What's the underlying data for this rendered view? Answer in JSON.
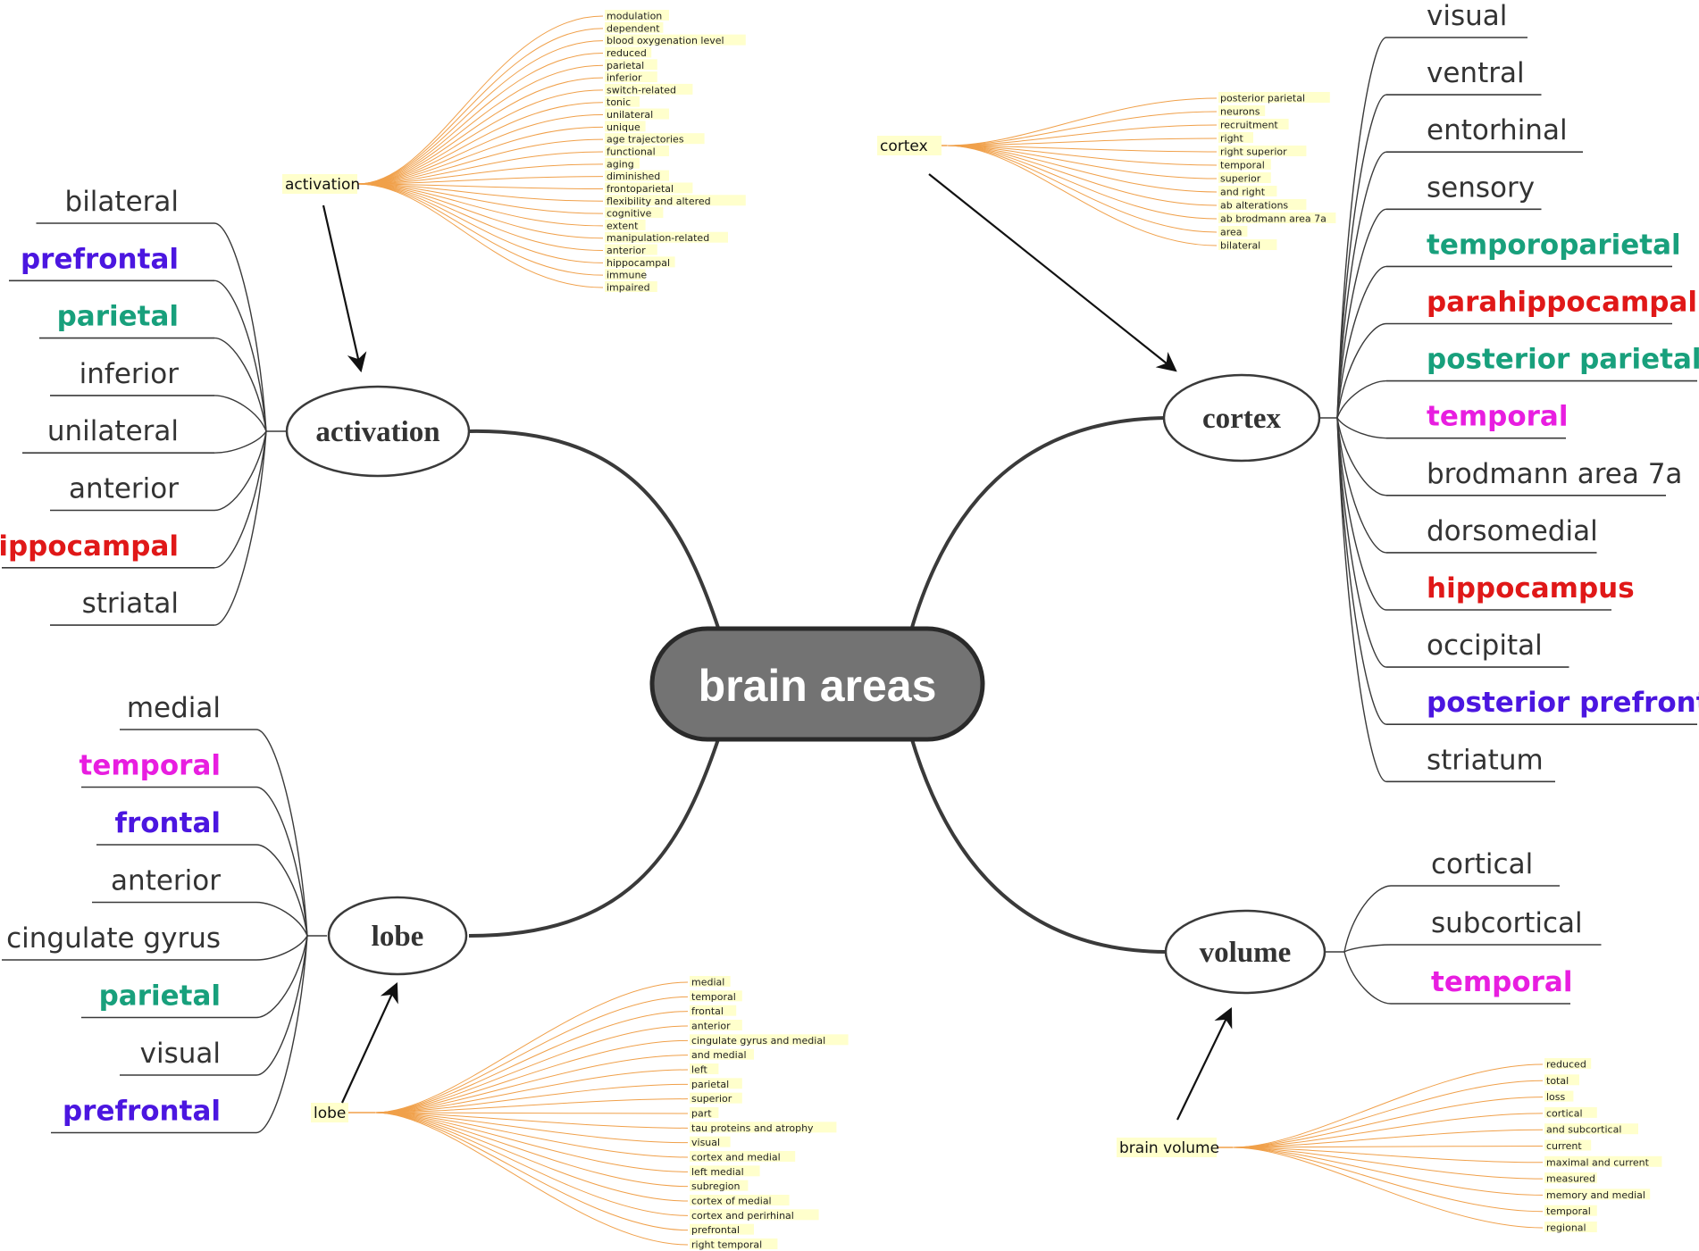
{
  "center": {
    "label": "brain areas"
  },
  "colors": {
    "center_fill": "#737373",
    "line": "#3a3a3a",
    "fan": "#f0a04a",
    "tag_bg": "#ffffcc",
    "default_text": "#333333"
  },
  "branches": [
    {
      "id": "activation",
      "label": "activation",
      "items": [
        {
          "text": "bilateral",
          "color": "#333333",
          "bold": false
        },
        {
          "text": "prefrontal",
          "color": "#4b16e0",
          "bold": true
        },
        {
          "text": "parietal",
          "color": "#18a07c",
          "bold": true
        },
        {
          "text": "inferior",
          "color": "#333333",
          "bold": false
        },
        {
          "text": "unilateral",
          "color": "#333333",
          "bold": false
        },
        {
          "text": "anterior",
          "color": "#333333",
          "bold": false
        },
        {
          "text": "hippocampal",
          "color": "#e01818",
          "bold": true
        },
        {
          "text": "striatal",
          "color": "#333333",
          "bold": false
        }
      ]
    },
    {
      "id": "cortex",
      "label": "cortex",
      "items": [
        {
          "text": "visual",
          "color": "#333333",
          "bold": false
        },
        {
          "text": "ventral",
          "color": "#333333",
          "bold": false
        },
        {
          "text": "entorhinal",
          "color": "#333333",
          "bold": false
        },
        {
          "text": "sensory",
          "color": "#333333",
          "bold": false
        },
        {
          "text": "temporoparietal",
          "color": "#18a07c",
          "bold": true
        },
        {
          "text": "parahippocampal",
          "color": "#e01818",
          "bold": true
        },
        {
          "text": "posterior parietal",
          "color": "#18a07c",
          "bold": true
        },
        {
          "text": "temporal",
          "color": "#e81ee0",
          "bold": true
        },
        {
          "text": "brodmann area 7a",
          "color": "#333333",
          "bold": false
        },
        {
          "text": "dorsomedial",
          "color": "#333333",
          "bold": false
        },
        {
          "text": "hippocampus",
          "color": "#e01818",
          "bold": true
        },
        {
          "text": "occipital",
          "color": "#333333",
          "bold": false
        },
        {
          "text": "posterior prefrontal",
          "color": "#4b16e0",
          "bold": true
        },
        {
          "text": "striatum",
          "color": "#333333",
          "bold": false
        }
      ]
    },
    {
      "id": "lobe",
      "label": "lobe",
      "items": [
        {
          "text": "medial",
          "color": "#333333",
          "bold": false
        },
        {
          "text": "temporal",
          "color": "#e81ee0",
          "bold": true
        },
        {
          "text": "frontal",
          "color": "#4b16e0",
          "bold": true
        },
        {
          "text": "anterior",
          "color": "#333333",
          "bold": false
        },
        {
          "text": "cingulate gyrus",
          "color": "#333333",
          "bold": false
        },
        {
          "text": "parietal",
          "color": "#18a07c",
          "bold": true
        },
        {
          "text": "visual",
          "color": "#333333",
          "bold": false
        },
        {
          "text": "prefrontal",
          "color": "#4b16e0",
          "bold": true
        }
      ]
    },
    {
      "id": "volume",
      "label": "volume",
      "items": [
        {
          "text": "cortical",
          "color": "#333333",
          "bold": false
        },
        {
          "text": "subcortical",
          "color": "#333333",
          "bold": false
        },
        {
          "text": "temporal",
          "color": "#e81ee0",
          "bold": true
        }
      ]
    }
  ],
  "fans": [
    {
      "id": "activation",
      "root": "activation",
      "terms": [
        "modulation",
        "dependent",
        "blood oxygenation level",
        "reduced",
        "parietal",
        "inferior",
        "switch-related",
        "tonic",
        "unilateral",
        "unique",
        "age trajectories",
        "functional",
        "aging",
        "diminished",
        "frontoparietal",
        "flexibility and altered",
        "cognitive",
        "extent",
        "manipulation-related",
        "anterior",
        "hippocampal",
        "immune",
        "impaired"
      ]
    },
    {
      "id": "cortex",
      "root": "cortex",
      "terms": [
        "posterior parietal",
        "neurons",
        "recruitment",
        "right",
        "right superior",
        "temporal",
        "superior",
        "and right",
        "ab alterations",
        "ab brodmann area 7a",
        "area",
        "bilateral"
      ]
    },
    {
      "id": "lobe",
      "root": "lobe",
      "terms": [
        "medial",
        "temporal",
        "frontal",
        "anterior",
        "cingulate gyrus and medial",
        "and medial",
        "left",
        "parietal",
        "superior",
        "part",
        "tau proteins and atrophy",
        "visual",
        "cortex and medial",
        "left medial",
        "subregion",
        "cortex of medial",
        "cortex and perirhinal",
        "prefrontal",
        "right temporal"
      ]
    },
    {
      "id": "volume",
      "root": "brain volume",
      "terms": [
        "reduced",
        "total",
        "loss",
        "cortical",
        "and subcortical",
        "current",
        "maximal and current",
        "measured",
        "memory and medial",
        "temporal",
        "regional"
      ]
    }
  ]
}
